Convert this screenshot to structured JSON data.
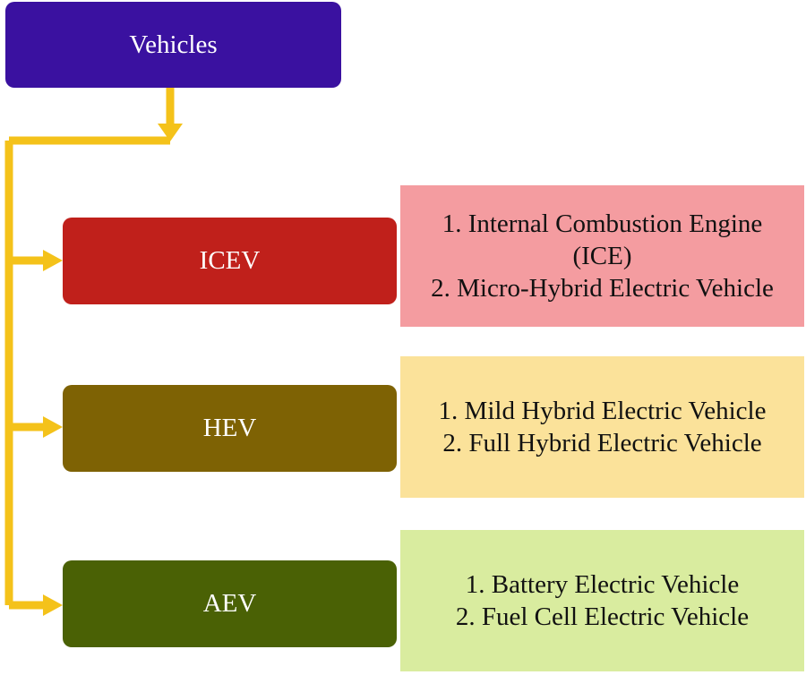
{
  "colors": {
    "root_fill": "#3a11a0",
    "icev_fill": "#c0201b",
    "hev_fill": "#7e6204",
    "aev_fill": "#4a6105",
    "icev_detail_fill": "#f49ca0",
    "hev_detail_fill": "#fbe29a",
    "aev_detail_fill": "#d9ec9f",
    "connector": "#f4c21a"
  },
  "root": {
    "label": "Vehicles"
  },
  "categories": [
    {
      "label": "ICEV",
      "detail_lines": [
        "1. Internal Combustion Engine",
        "(ICE)",
        "2. Micro-Hybrid Electric Vehicle"
      ]
    },
    {
      "label": "HEV",
      "detail_lines": [
        "1. Mild Hybrid Electric Vehicle",
        "2. Full Hybrid Electric Vehicle"
      ]
    },
    {
      "label": "AEV",
      "detail_lines": [
        "1. Battery Electric Vehicle",
        "2. Fuel Cell Electric Vehicle"
      ]
    }
  ]
}
